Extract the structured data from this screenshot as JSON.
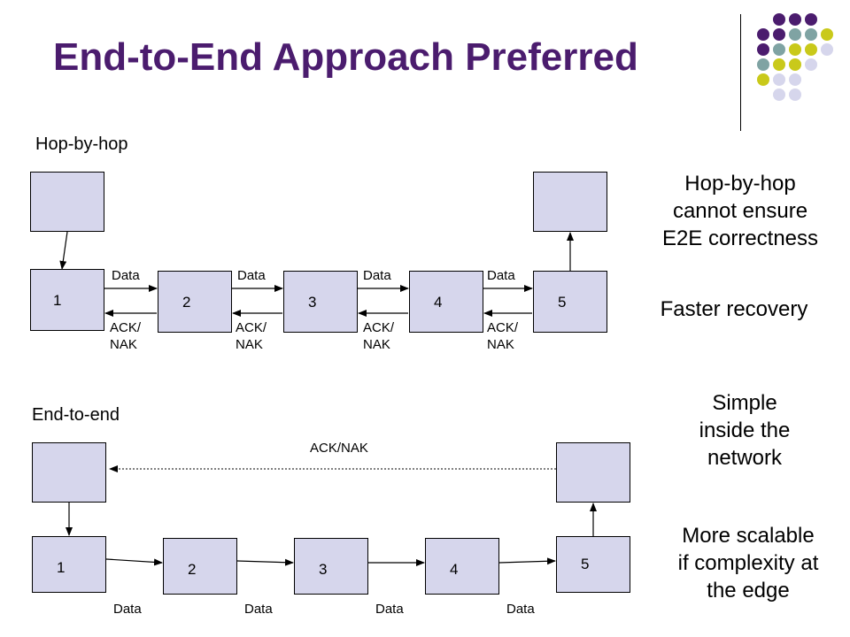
{
  "title": "End-to-End Approach Preferred",
  "hop_section": {
    "label": "Hop-by-hop",
    "nodes": [
      "1",
      "2",
      "3",
      "4",
      "5"
    ],
    "data_label": "Data",
    "ack_label": "ACK/\nNAK"
  },
  "e2e_section": {
    "label": "End-to-end",
    "nodes": [
      "1",
      "2",
      "3",
      "4",
      "5"
    ],
    "data_label": "Data",
    "ack_label": "ACK/NAK"
  },
  "notes": {
    "hop_note": "Hop-by-hop\ncannot ensure\nE2E correctness",
    "faster": "Faster recovery",
    "simple": "Simple\ninside the\nnetwork",
    "scalable": "More scalable\nif complexity at\nthe edge"
  },
  "colors": {
    "title": "#4b1c6e",
    "box_fill": "#d6d6ec",
    "dot_purple": "#4b1c6e",
    "dot_teal": "#7fa3a3",
    "dot_yellow": "#c9c91a",
    "dot_lavender": "#d6d6ec"
  }
}
